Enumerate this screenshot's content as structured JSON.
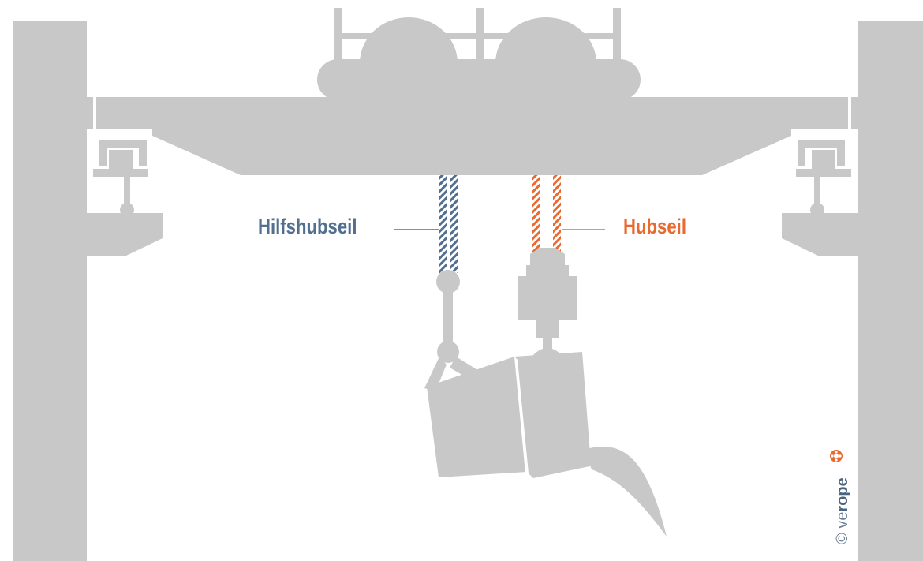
{
  "labels": {
    "auxiliary_rope": "Hilfshubseil",
    "main_rope": "Hubseil"
  },
  "copyright": {
    "symbol": "©",
    "prefix": "ve",
    "brand": "rope"
  },
  "colors": {
    "structure": "#c8c8c8",
    "auxiliary_rope": "#526f8f",
    "main_rope": "#e86a30",
    "background": "#ffffff"
  },
  "icons": {
    "logo": "rope-strand-icon"
  }
}
